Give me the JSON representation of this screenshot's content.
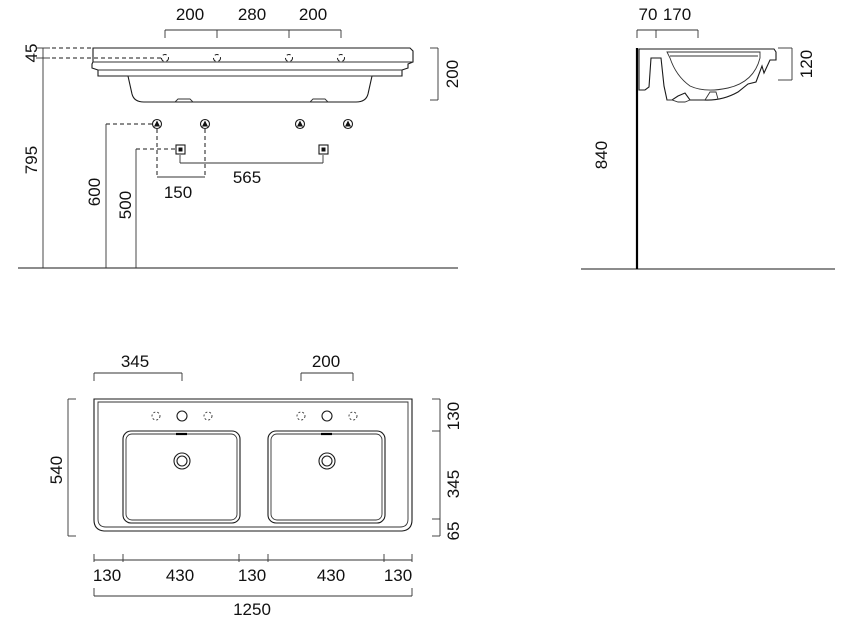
{
  "front_view": {
    "dims_top": [
      "200",
      "280",
      "200"
    ],
    "dim_left_45": "45",
    "dim_left_795": "795",
    "dim_600": "600",
    "dim_500": "500",
    "dim_150": "150",
    "dim_565": "565",
    "dim_right_200": "200"
  },
  "side_view": {
    "dim_70": "70",
    "dim_170": "170",
    "dim_120": "120",
    "dim_840": "840"
  },
  "plan_view": {
    "dim_345_top": "345",
    "dim_200_top": "200",
    "dim_540": "540",
    "dim_130_right": "130",
    "dim_345_right": "345",
    "dim_65_right": "65",
    "bottom_dims": [
      "130",
      "430",
      "130",
      "430",
      "130"
    ],
    "dim_total": "1250"
  }
}
